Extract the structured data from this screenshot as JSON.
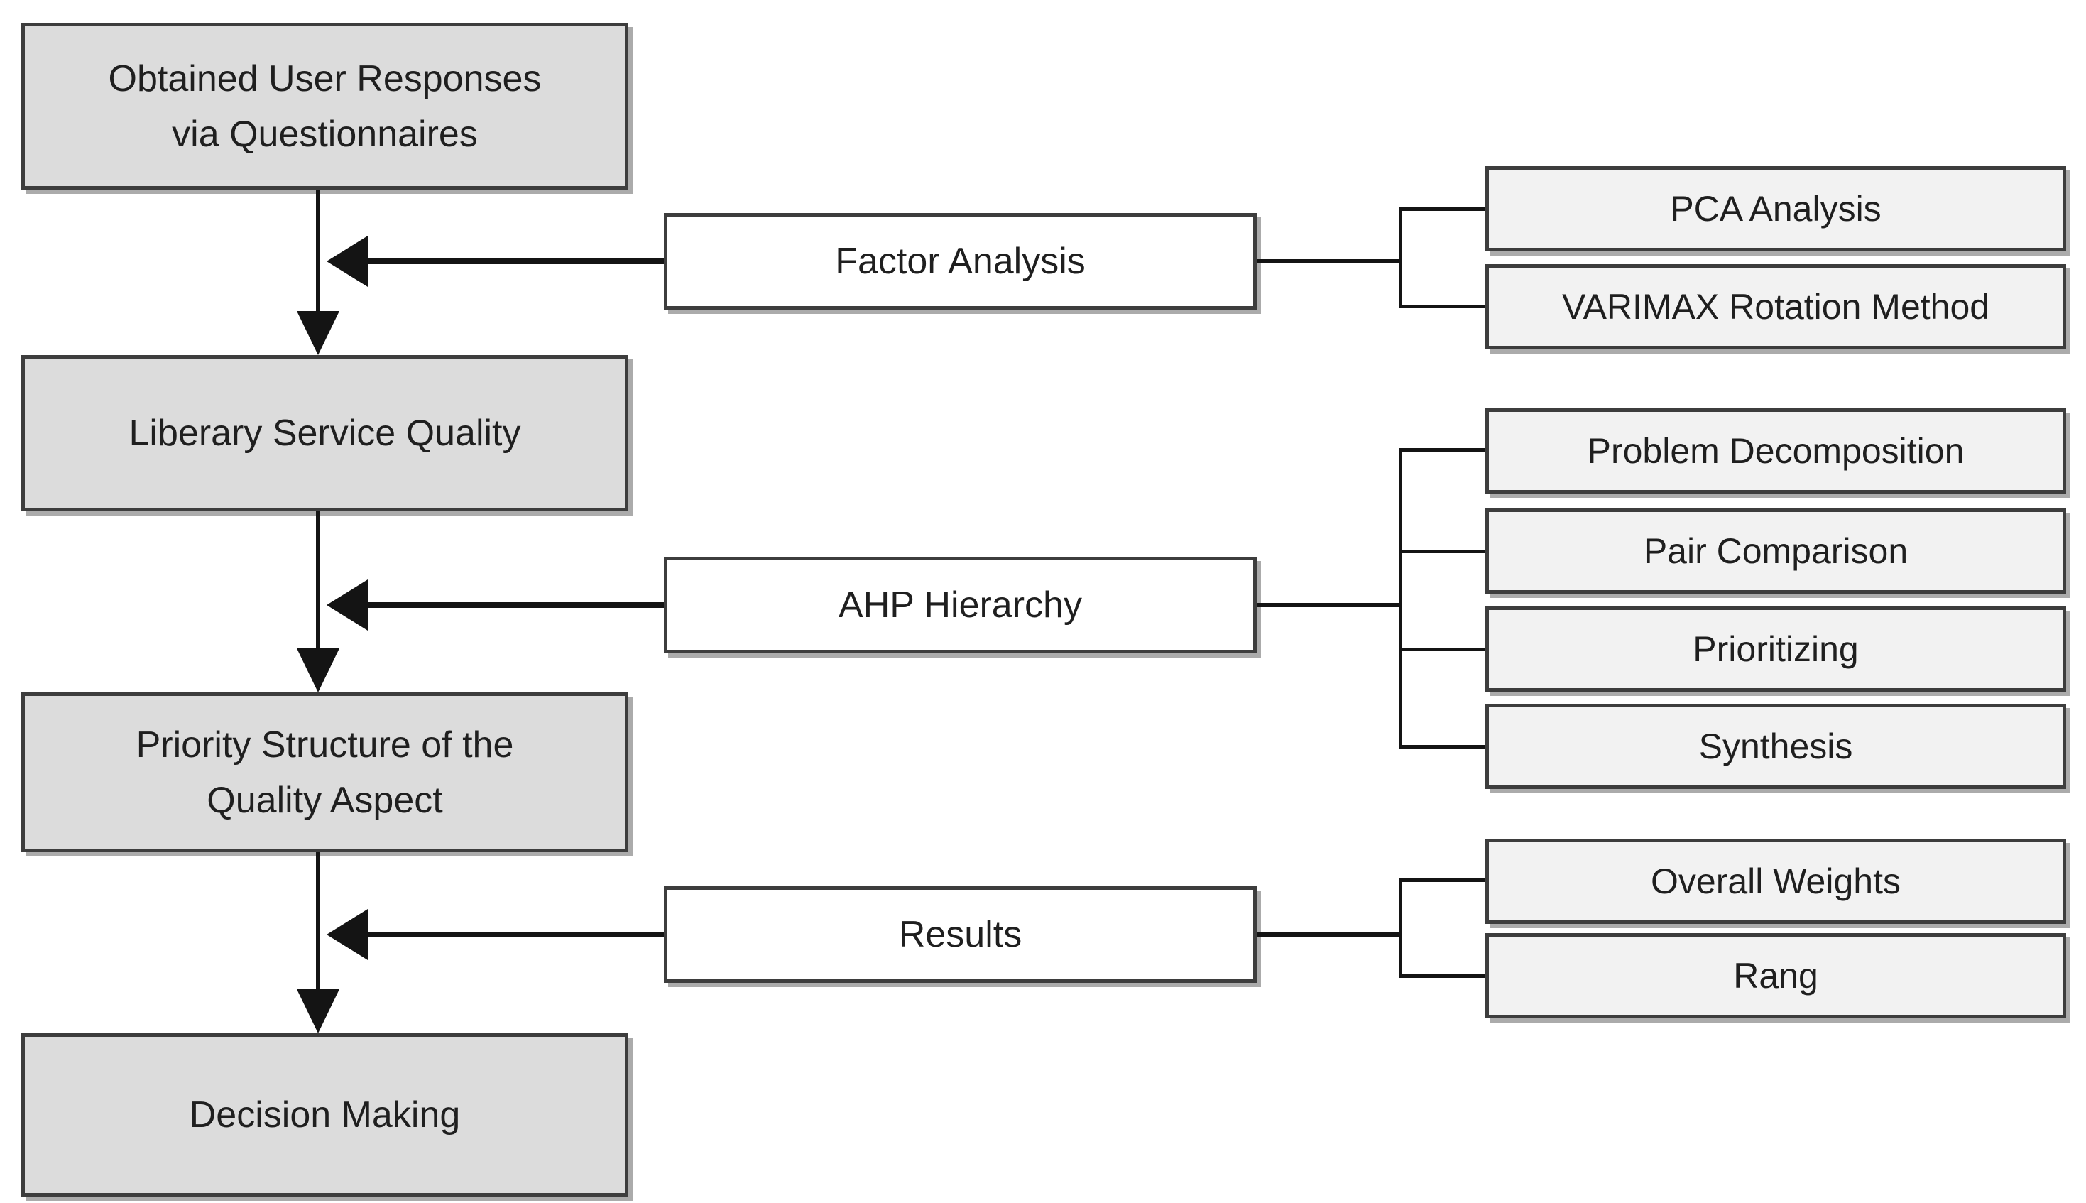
{
  "diagram": {
    "left_column": {
      "nodes": [
        {
          "label": "Obtained User Responses via Questionnaires"
        },
        {
          "label": "Liberary Service Quality"
        },
        {
          "label": "Priority Structure of the Quality Aspect"
        },
        {
          "label": "Decision Making"
        }
      ]
    },
    "middle_column": {
      "nodes": [
        {
          "label": "Factor Analysis"
        },
        {
          "label": "AHP Hierarchy"
        },
        {
          "label": "Results"
        }
      ]
    },
    "right_column": {
      "groups": [
        {
          "items": [
            {
              "label": "PCA Analysis"
            },
            {
              "label": "VARIMAX Rotation Method"
            }
          ]
        },
        {
          "items": [
            {
              "label": "Problem Decomposition"
            },
            {
              "label": "Pair Comparison"
            },
            {
              "label": "Prioritizing"
            },
            {
              "label": "Synthesis"
            }
          ]
        },
        {
          "items": [
            {
              "label": "Overall Weights"
            },
            {
              "label": "Rang"
            }
          ]
        }
      ]
    },
    "colors": {
      "background": "#ffffff",
      "left_box_fill": "#dcdcdc",
      "middle_box_fill": "#ffffff",
      "right_box_fill": "#f2f2f2",
      "box_border": "#3d3d3d",
      "box_shadow": "#ababab",
      "connector_line": "#141414",
      "text": "#1f1f1f"
    }
  }
}
